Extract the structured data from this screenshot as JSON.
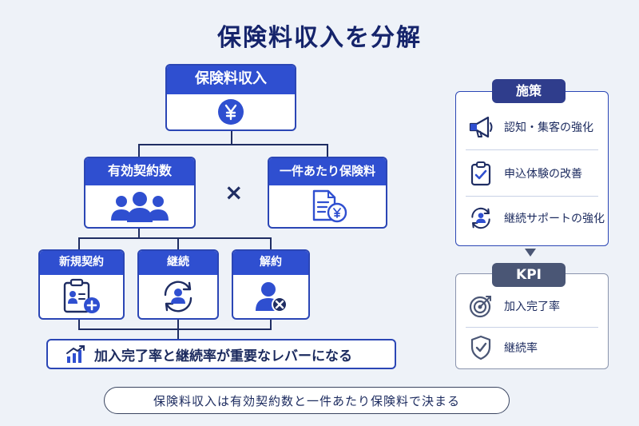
{
  "title": "保険料収入を分解",
  "root": {
    "label": "保険料収入",
    "icon": "yen-coin-icon"
  },
  "level1": {
    "left": {
      "label": "有効契約数",
      "icon": "people-group-icon"
    },
    "operator": "×",
    "right": {
      "label": "一件あたり保険料",
      "icon": "document-yen-icon"
    }
  },
  "level2": [
    {
      "label": "新規契約",
      "icon": "clipboard-user-plus-icon"
    },
    {
      "label": "継続",
      "icon": "user-cycle-icon"
    },
    {
      "label": "解約",
      "icon": "user-remove-icon"
    }
  ],
  "lever": {
    "text": "加入完了率と継続率が重要なレバーになる",
    "icon": "bar-chart-up-icon"
  },
  "summary": "保険料収入は有効契約数と一件あたり保険料で決まる",
  "measures": {
    "title": "施策",
    "items": [
      {
        "label": "認知・集客の強化",
        "icon": "megaphone-icon"
      },
      {
        "label": "申込体験の改善",
        "icon": "clipboard-check-icon"
      },
      {
        "label": "継続サポートの強化",
        "icon": "user-cycle-icon"
      }
    ]
  },
  "kpi": {
    "title": "KPI",
    "items": [
      {
        "label": "加入完了率",
        "icon": "target-icon"
      },
      {
        "label": "継続率",
        "icon": "shield-check-icon"
      }
    ]
  },
  "colors": {
    "primary": "#2f4fd0",
    "navy": "#1f2d63",
    "kpi": "#4a5675"
  }
}
